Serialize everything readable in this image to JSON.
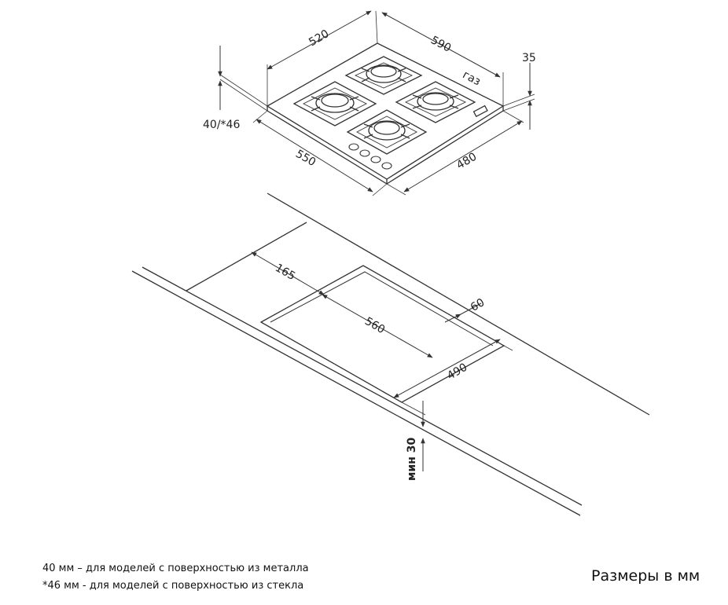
{
  "hob": {
    "dims": {
      "d520": "520",
      "d590": "590",
      "d35": "35",
      "gas": "газ",
      "d40_46": "40/*46",
      "d550": "550",
      "d480": "480"
    }
  },
  "cutout": {
    "dims": {
      "d165": "165",
      "d60": "60",
      "d560": "560",
      "d490": "490",
      "min30": "мин 30"
    }
  },
  "notes": {
    "line1": "40 мм – для моделей с поверхностью  из металла",
    "line2": "*46 мм - для моделей с поверхностью  из стекла"
  },
  "units_label": "Размеры в мм"
}
